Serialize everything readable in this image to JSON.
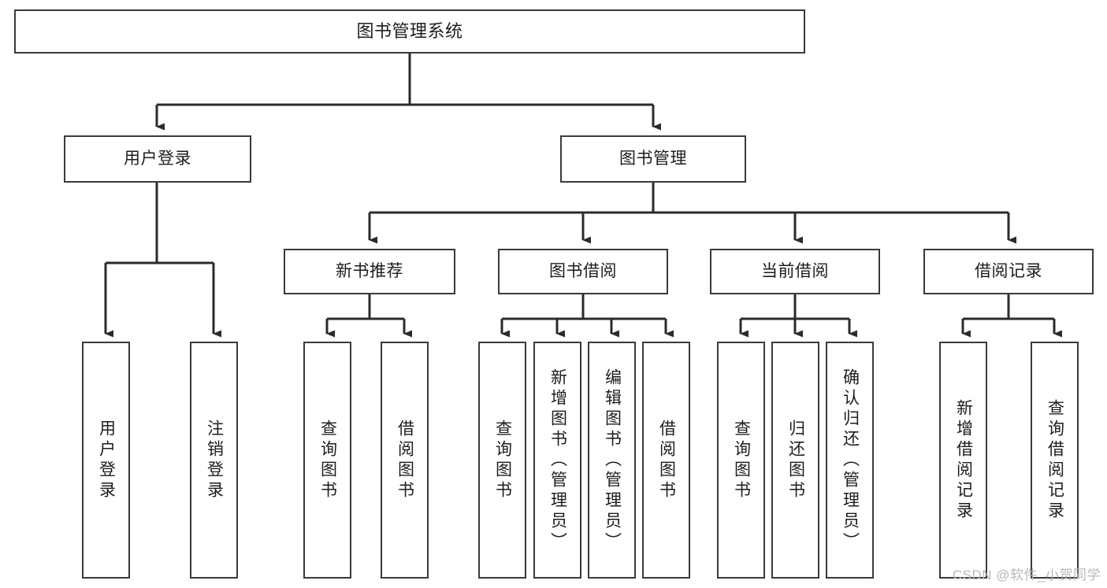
{
  "diagram": {
    "type": "tree-hierarchy",
    "title": "图书管理系统",
    "colors": {
      "box_border": "#3a3a3a",
      "box_fill": "#ffffff",
      "connector": "#2b2b2b",
      "text": "#1d1d1d",
      "watermark": "#b8b8b8"
    },
    "root": {
      "label": "图书管理系统"
    },
    "level2": [
      {
        "label": "用户登录"
      },
      {
        "label": "图书管理"
      }
    ],
    "level3": [
      {
        "label": "新书推荐"
      },
      {
        "label": "图书借阅"
      },
      {
        "label": "当前借阅"
      },
      {
        "label": "借阅记录"
      }
    ],
    "leaves": {
      "user_login": [
        {
          "label": "用户登录"
        },
        {
          "label": "注销登录"
        }
      ],
      "new_book_recommend": [
        {
          "label": "查询图书"
        },
        {
          "label": "借阅图书"
        }
      ],
      "book_borrow": [
        {
          "label": "查询图书"
        },
        {
          "label": "新增图书（管理员）"
        },
        {
          "label": "编辑图书（管理员）"
        },
        {
          "label": "借阅图书"
        }
      ],
      "current_borrow": [
        {
          "label": "查询图书"
        },
        {
          "label": "归还图书"
        },
        {
          "label": "确认归还（管理员）"
        }
      ],
      "borrow_record": [
        {
          "label": "新增借阅记录"
        },
        {
          "label": "查询借阅记录"
        }
      ]
    }
  },
  "watermark": {
    "text": "CSDN @软件_小贺同学"
  }
}
